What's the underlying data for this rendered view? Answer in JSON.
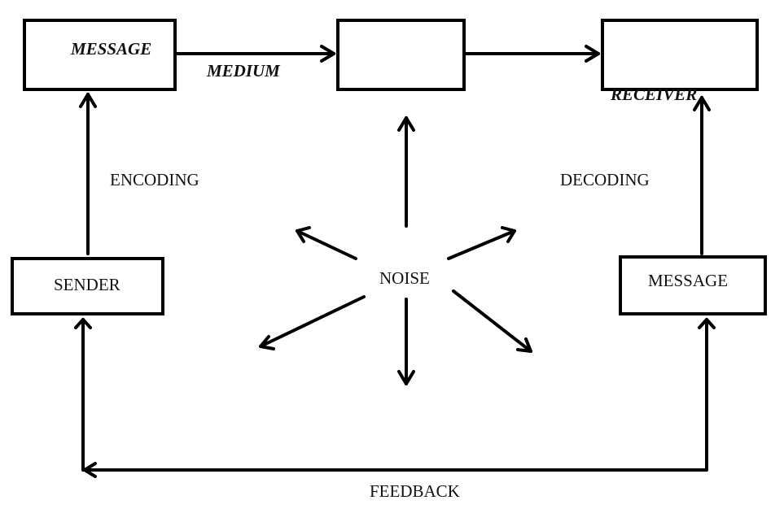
{
  "labels": {
    "message_top": "MESSAGE",
    "medium": "MEDIUM",
    "receiver": "RECEIVER",
    "encoding": "ENCODING",
    "decoding": "DECODING",
    "sender": "SENDER",
    "noise": "NOISE",
    "message_right": "MESSAGE",
    "feedback": "FEEDBACK"
  }
}
